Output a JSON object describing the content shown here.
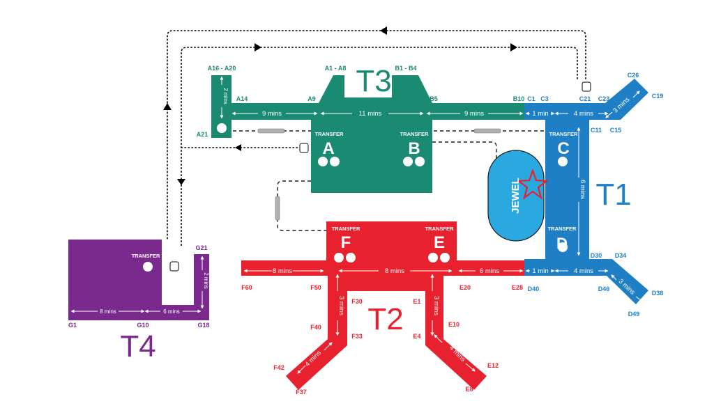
{
  "colors": {
    "t1": "#1f7fc4",
    "t2": "#e8212e",
    "t3": "#1a8a72",
    "t4": "#7a2a8c",
    "jewel": "#2aa8e0",
    "star": "#e8212e"
  },
  "terminals": {
    "t1": "T1",
    "t2": "T2",
    "t3": "T3",
    "t4": "T4"
  },
  "jewel": "JEWEL",
  "transfer": "TRANSFER",
  "piers": {
    "a": "A",
    "b": "B",
    "c": "C",
    "d": "D",
    "e": "E",
    "f": "F"
  },
  "gates": {
    "a16_a20": "A16 - A20",
    "a14": "A14",
    "a9": "A9",
    "a21": "A21",
    "a1_a8": "A1 - A8",
    "b1_b4": "B1 - B4",
    "b5": "B5",
    "b10": "B10",
    "c1": "C1",
    "c3": "C3",
    "c21": "C21",
    "c23": "C23",
    "c26": "C26",
    "c19": "C19",
    "c11": "C11",
    "c15": "C15",
    "d30": "D30",
    "d34": "D34",
    "d40": "D40",
    "d46": "D46",
    "d38": "D38",
    "d49": "D49",
    "f60": "F60",
    "f50": "F50",
    "f30": "F30",
    "f40": "F40",
    "f33": "F33",
    "f42": "F42",
    "f37": "F37",
    "e1": "E1",
    "e10": "E10",
    "e4": "E4",
    "e20": "E20",
    "e28": "E28",
    "e12": "E12",
    "e8": "E8",
    "g21": "G21",
    "g1": "G1",
    "g10": "G10",
    "g18": "G18"
  },
  "walk": {
    "t3_a_vert": "2 mins",
    "t3_a": "9 mins",
    "t3_ab": "11 mins",
    "t3_b": "9 mins",
    "t1_c1": "1 min",
    "t1_c": "4 mins",
    "t1_c23": "3 mins",
    "t1_cd": "6 mins",
    "t1_d1": "1 min",
    "t1_d": "4 mins",
    "t1_d46": "3 mins",
    "t2_f60": "8 mins",
    "t2_fe": "8 mins",
    "t2_e": "6 mins",
    "t2_f_vert": "3 mins",
    "t2_f_diag": "4 mins",
    "t2_e_vert": "3 mins",
    "t2_e_diag": "4 mins",
    "t4_h": "8 mins",
    "t4_h2": "6 mins",
    "t4_vert": "2 mins"
  },
  "icons": [
    "bus-icon",
    "skytrain-icon",
    "baggage-icon",
    "immigration-icon",
    "star-icon"
  ]
}
